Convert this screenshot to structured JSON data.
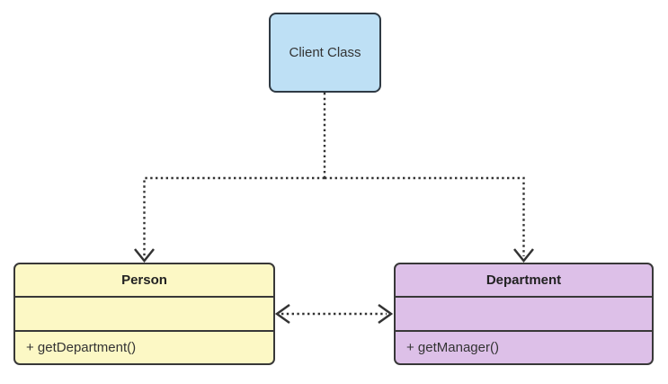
{
  "diagram": {
    "type": "uml-class-diagram",
    "background": "#FFFFFF",
    "line_color": "#333333"
  },
  "nodes": {
    "client": {
      "label": "Client Class",
      "fill": "#BEE0F5",
      "border": "#2F3A44"
    },
    "person": {
      "name": "Person",
      "attributes": "",
      "methods": "+ getDepartment()",
      "fill": "#FCF8C5",
      "border": "#383838"
    },
    "department": {
      "name": "Department",
      "attributes": "",
      "methods": "+ getManager()",
      "fill": "#DDC0E8",
      "border": "#383838"
    }
  },
  "edges": [
    {
      "id": "client-to-person",
      "from": "Client Class",
      "to": "Person",
      "style": "dotted",
      "arrow": "open-v-down"
    },
    {
      "id": "client-to-department",
      "from": "Client Class",
      "to": "Department",
      "style": "dotted",
      "arrow": "open-v-down"
    },
    {
      "id": "person-department",
      "from": "Person",
      "to": "Department",
      "style": "dotted",
      "arrow": "open-v-both-ends"
    }
  ]
}
